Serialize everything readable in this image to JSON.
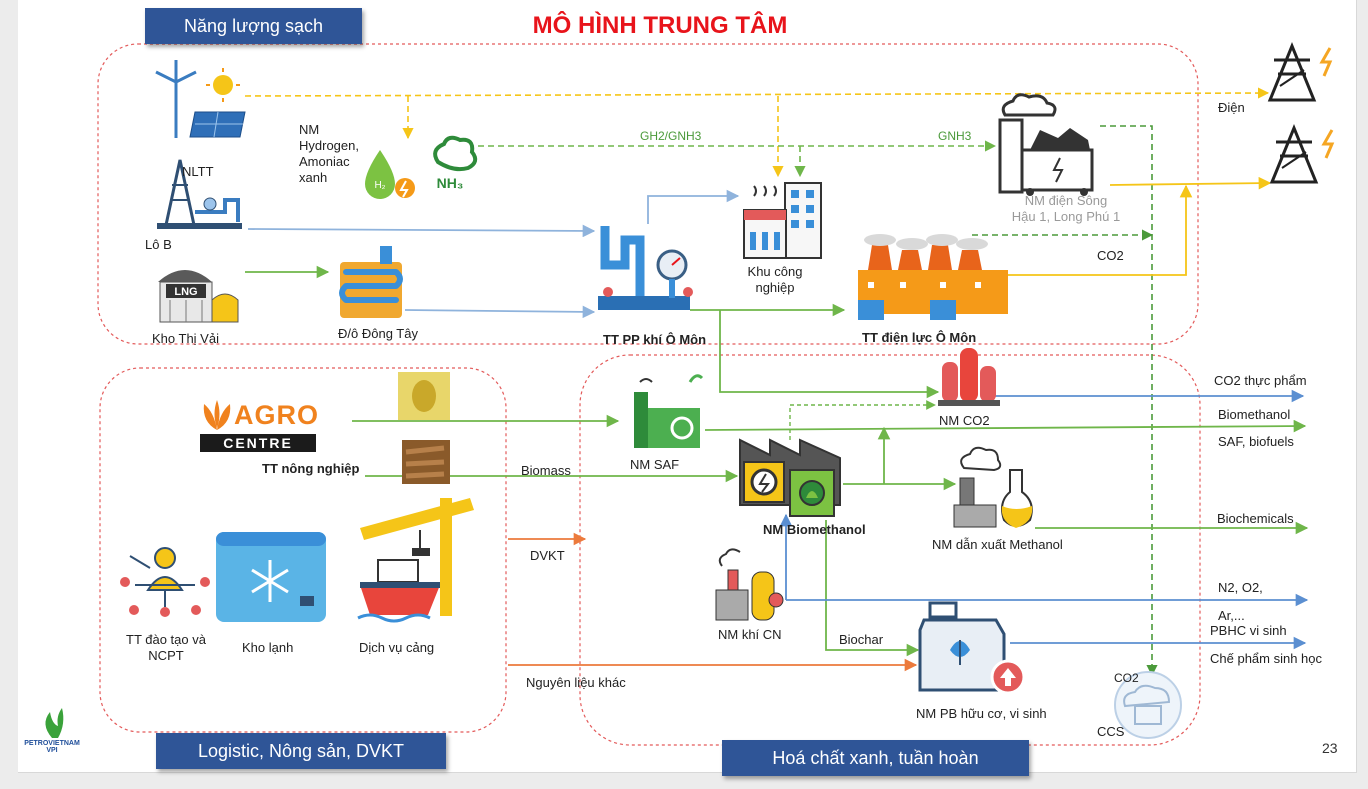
{
  "title": "MÔ HÌNH TRUNG TÂM",
  "page_number": "23",
  "sections": {
    "clean_energy": "Năng lượng sạch",
    "logistics": "Logistic, Nông sản, DVKT",
    "green_chem": "Hoá chất xanh, tuần hoàn"
  },
  "nodes": {
    "nltt": "NLTT",
    "lo_b": "Lô B",
    "nm_hydrogen": "NM\nHydrogen,\nAmoniac\nxanh",
    "kho_thi_vai": "Kho Thị Vải",
    "do_dong_tay": "Đ/ô Đông Tây",
    "tt_pp_khi": "TT PP khí Ô Môn",
    "khu_cong_nghiep": "Khu công\nnghiệp",
    "nm_dien_song_hau": "NM điện Sông\nHậu 1, Long Phú 1",
    "tt_dien_luc": "TT điện lực Ô Môn",
    "tt_nong_nghiep": "TT nông nghiệp",
    "nm_saf": "NM SAF",
    "nm_co2": "NM CO2",
    "nm_biomethanol": "NM Biomethanol",
    "nm_dan_xuat": "NM dẫn xuất Methanol",
    "nm_khi_cn": "NM khí CN",
    "nm_pb": "NM PB hữu cơ, vi sinh",
    "tt_dao_tao": "TT đào tạo và\nNCPT",
    "kho_lanh": "Kho lạnh",
    "dich_vu_cang": "Dịch vụ cảng",
    "ccs": "CCS"
  },
  "flows": {
    "gh2_gnh3": "GH2/GNH3",
    "gnh3": "GNH3",
    "co2_power": "CO2",
    "biomass": "Biomass",
    "dvkt": "DVKT",
    "nguyen_lieu_khac": "Nguyên liệu khác",
    "biochar": "Biochar",
    "co2_ccs": "CO2"
  },
  "outputs": {
    "dien": "Điện",
    "co2_thuc_pham": "CO2 thực phẩm",
    "biomethanol": "Biomethanol",
    "saf_biofuels": "SAF, biofuels",
    "biochemicals": "Biochemicals",
    "n2_o2": "N2, O2,",
    "ar": "Ar,...",
    "pbhc_vi_sinh": "PBHC vi sinh",
    "che_pham": "Chế phẩm sinh học"
  },
  "icon_text": {
    "lng": "LNG",
    "h2": "H₂",
    "nh3": "NH₃"
  },
  "agro_logo": {
    "word": "AGRO",
    "centre": "CENTRE"
  },
  "petrovietnam_logo": {
    "line1": "PETROVIETNAM",
    "line2": "VPI"
  },
  "colors": {
    "banner": "#2f5597",
    "title": "#e8141b",
    "green_flow": "#6fb64a",
    "yellow_flow": "#f5c518",
    "blue_flow": "#8fb3dc",
    "orange_flow": "#ec7a3c",
    "region_border": "#e35a5a"
  }
}
